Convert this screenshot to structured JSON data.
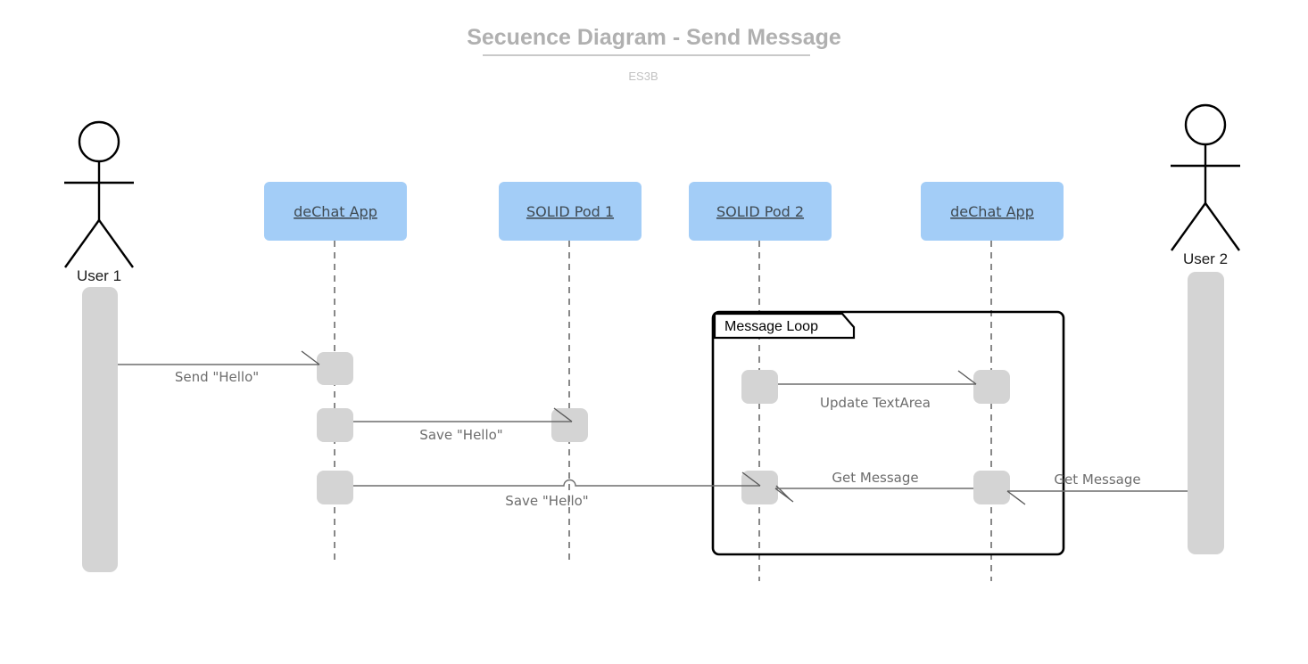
{
  "header": {
    "title": "Secuence Diagram - Send Message",
    "subtitle": "ES3B"
  },
  "actors": [
    {
      "id": "user1",
      "label": "User 1",
      "side": "left"
    },
    {
      "id": "user2",
      "label": "User 2",
      "side": "right"
    }
  ],
  "participants": [
    {
      "id": "dechat1",
      "label": "deChat App"
    },
    {
      "id": "pod1",
      "label": "SOLID Pod 1"
    },
    {
      "id": "pod2",
      "label": "SOLID Pod 2"
    },
    {
      "id": "dechat2",
      "label": "deChat App"
    }
  ],
  "fragment": {
    "label": "Message Loop"
  },
  "messages": [
    {
      "id": "m1",
      "label": "Send \"Hello\"",
      "from": "user1",
      "to": "dechat1",
      "direction": "right"
    },
    {
      "id": "m2",
      "label": "Save \"Hello\"",
      "from": "dechat1",
      "to": "pod1",
      "direction": "right"
    },
    {
      "id": "m3",
      "label": "Save \"Hello\"",
      "from": "dechat1",
      "to": "pod2",
      "direction": "right"
    },
    {
      "id": "m4",
      "label": "Update TextArea",
      "from": "pod2",
      "to": "dechat2",
      "direction": "right"
    },
    {
      "id": "m5",
      "label": "Get Message",
      "from": "dechat2",
      "to": "pod2",
      "direction": "left"
    },
    {
      "id": "m6",
      "label": "Get Message",
      "from": "user2",
      "to": "dechat2",
      "direction": "left"
    }
  ],
  "colors": {
    "participant_fill": "#a3cdf7",
    "activation_fill": "#d4d4d4",
    "line": "#6d6d6d",
    "title": "#b0b0b0",
    "subtitle": "#c2c2c2",
    "frame": "#000000"
  }
}
